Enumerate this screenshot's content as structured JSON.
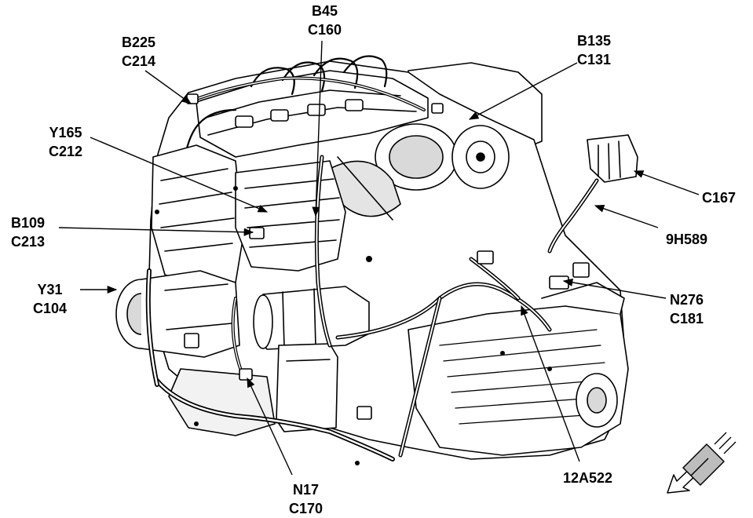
{
  "colors": {
    "ink": "#000000",
    "paper": "#ffffff",
    "shade": "#bdbdbd"
  },
  "callouts": {
    "b45_c160": {
      "line1": "B45",
      "line2": "C160"
    },
    "b225_c214": {
      "line1": "B225",
      "line2": "C214"
    },
    "b135_c131": {
      "line1": "B135",
      "line2": "C131"
    },
    "y165_c212": {
      "line1": "Y165",
      "line2": "C212"
    },
    "c167": {
      "line1": "C167"
    },
    "b109_c213": {
      "line1": "B109",
      "line2": "C213"
    },
    "h9589": {
      "line1": "9H589"
    },
    "y31_c104": {
      "line1": "Y31",
      "line2": "C104"
    },
    "n276_c181": {
      "line1": "N276",
      "line2": "C181"
    },
    "n17_c170": {
      "line1": "N17",
      "line2": "C170"
    },
    "a12522": {
      "line1": "12A522"
    }
  },
  "icons": {
    "orientation": "front-direction-arrow-icon"
  }
}
